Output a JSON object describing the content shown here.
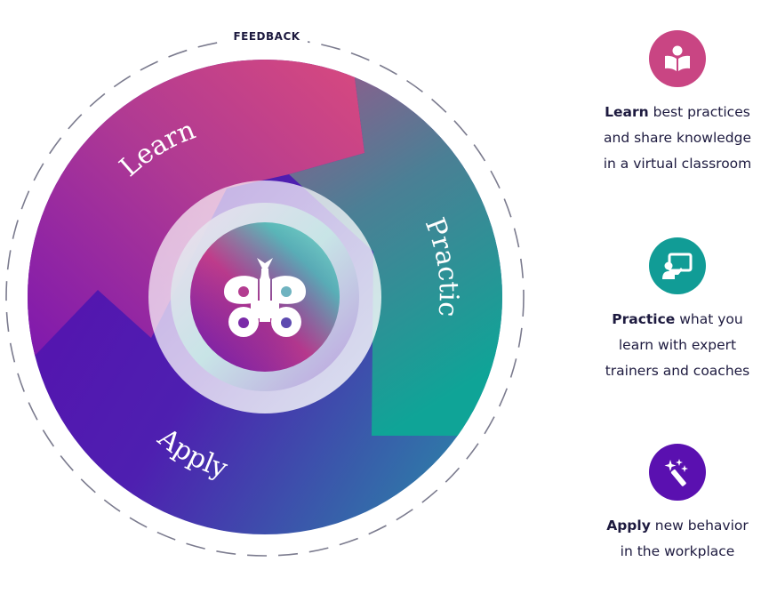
{
  "diagram": {
    "feedback_label": "FEEDBACK",
    "stages": [
      {
        "key": "learn",
        "label": "Learn"
      },
      {
        "key": "practice",
        "label": "Practice"
      },
      {
        "key": "apply",
        "label": "Apply"
      }
    ],
    "center_icon": "butterfly-icon"
  },
  "steps": [
    {
      "key": "learn",
      "icon": "book-reader-icon",
      "color": "#c94583",
      "bold": "Learn",
      "line1_rest": " best practices",
      "line2": "and share knowledge",
      "line3": "in a virtual classroom"
    },
    {
      "key": "practice",
      "icon": "presentation-icon",
      "color": "#119c96",
      "bold": "Practice",
      "line1_rest": " what you",
      "line2": "learn with expert",
      "line3": "trainers and coaches"
    },
    {
      "key": "apply",
      "icon": "magic-wand-icon",
      "color": "#5a10b0",
      "bold": "Apply",
      "line1_rest": " new behavior",
      "line2": "in the workplace",
      "line3": ""
    }
  ],
  "colors": {
    "learn": "#c94583",
    "practice": "#119c96",
    "apply": "#5200a8",
    "text": "#1d1a3f",
    "dash": "#7b7b8e"
  }
}
